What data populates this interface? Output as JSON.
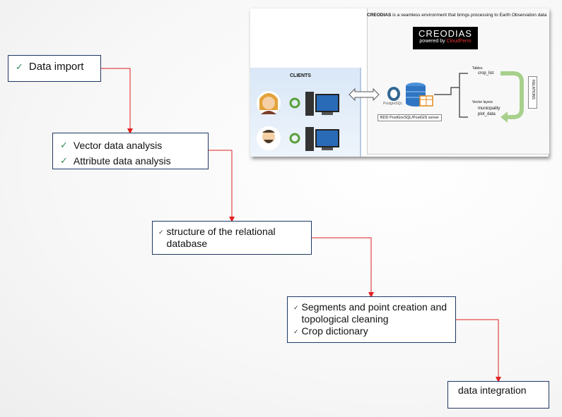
{
  "steps": [
    {
      "id": "data-import",
      "items": [
        "Data import"
      ]
    },
    {
      "id": "analysis",
      "items": [
        "Vector data analysis",
        "Attribute data analysis"
      ]
    },
    {
      "id": "structure",
      "items": [
        "structure of the relational database"
      ]
    },
    {
      "id": "segments",
      "items": [
        "Segments and point creation and topological cleaning",
        "Crop dictionary"
      ]
    },
    {
      "id": "integration",
      "items": [
        "data integration"
      ]
    }
  ],
  "inset": {
    "headline_bold": "CREODIAS",
    "headline_rest": " is a seamless environment that brings processing to Earth Observation data",
    "logo_text": "CREODIAS",
    "logo_sub": "powered by",
    "logo_brand": "CloudFerro",
    "clients_label": "CLIENTS",
    "postgres_label": "PostgreSQL",
    "server_label": "BDD PostGreSQL/PostGIS server",
    "tables_label": "Tables",
    "tables": [
      "crop_list"
    ],
    "vector_label": "Vector layers",
    "vector_layers": [
      "municipality",
      "plot_data"
    ],
    "relations_label": "RELATIONS"
  },
  "colors": {
    "box_border": "#1f3864",
    "connector": "#e02020",
    "check": "#2e8b57"
  }
}
